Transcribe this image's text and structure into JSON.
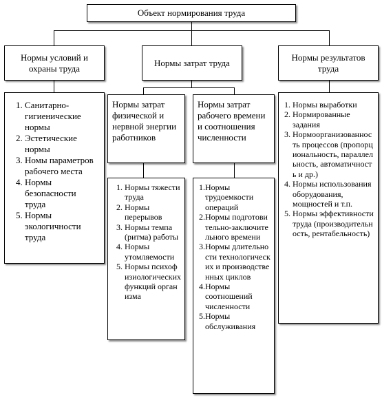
{
  "root": {
    "title": "Объект нормирования труда"
  },
  "level1": [
    {
      "title": "Нормы условий и охраны труда"
    },
    {
      "title": "Нормы затрат труда"
    },
    {
      "title": "Нормы результатов труда"
    }
  ],
  "conditions_list": [
    {
      "num": "1.",
      "text": "Санитарно-гигиенические нормы"
    },
    {
      "num": "2.",
      "text": "Эстетические нормы"
    },
    {
      "num": "3.",
      "text": "Номы параметров рабочего места"
    },
    {
      "num": "4.",
      "text": "Нормы безопасности труда"
    },
    {
      "num": "5.",
      "text": "Нормы экологичности труда"
    }
  ],
  "level2": [
    {
      "title": "Нормы затрат физической и нервной энергии работников"
    },
    {
      "title": "Нормы затрат рабочего времени и соотношения численности"
    }
  ],
  "energy_list": [
    {
      "num": "1.",
      "text": "Нормы тяжести труда"
    },
    {
      "num": "2.",
      "text": "Нормы перерывов"
    },
    {
      "num": "3.",
      "text": "Нормы темпа (ритма) работы"
    },
    {
      "num": "4.",
      "text": "Нормы утомляемости"
    },
    {
      "num": "5.",
      "text": "Нормы психофизиологических функций организма"
    }
  ],
  "time_list": [
    {
      "num": "1.",
      "text": "Нормы трудоемкости операций"
    },
    {
      "num": "2.",
      "text": "Нормы подготовительно-заключительного времени"
    },
    {
      "num": "3.",
      "text": "Нормы длительности технологических и производственных циклов"
    },
    {
      "num": "4.",
      "text": "Нормы соотношений численности"
    },
    {
      "num": "5.",
      "text": "Нормы обслуживания"
    }
  ],
  "results_list": [
    {
      "num": "1.",
      "text": "Нормы выработки"
    },
    {
      "num": "2.",
      "text": "Нормированные задания"
    },
    {
      "num": "3.",
      "text": "Нормоорганизованность процессов (пропорциональность, параллельность, автоматичность и др.)"
    },
    {
      "num": "4.",
      "text": "Нормы использования оборудования, мощностей и т.п."
    },
    {
      "num": "5.",
      "text": "Нормы эффективности труда (производительность, рентабельность)"
    }
  ]
}
